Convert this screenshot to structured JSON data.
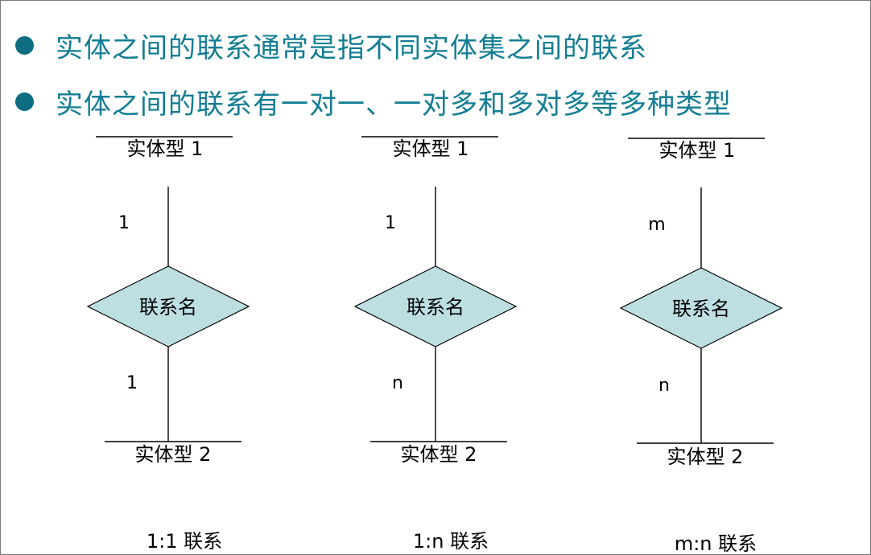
{
  "bullets": [
    "实体之间的联系通常是指不同实体集之间的联系",
    "实体之间的联系有一对一、一对多和多对多等多种类型"
  ],
  "colors": {
    "bullet_text": "#137d93",
    "bullet_dot": "#0f6d82",
    "diamond_fill": "#bddfe2",
    "line": "#000000"
  },
  "diagrams": [
    {
      "entity_top": "实体型 1",
      "card_top": "1",
      "relation": "联系名",
      "card_bottom": "1",
      "entity_bottom": "实体型 2",
      "caption": "1:1 联系"
    },
    {
      "entity_top": "实体型 1",
      "card_top": "1",
      "relation": "联系名",
      "card_bottom": "n",
      "entity_bottom": "实体型 2",
      "caption": "1:n 联系"
    },
    {
      "entity_top": "实体型 1",
      "card_top": "m",
      "relation": "联系名",
      "card_bottom": "n",
      "entity_bottom": "实体型 2",
      "caption": "m:n 联系"
    }
  ]
}
